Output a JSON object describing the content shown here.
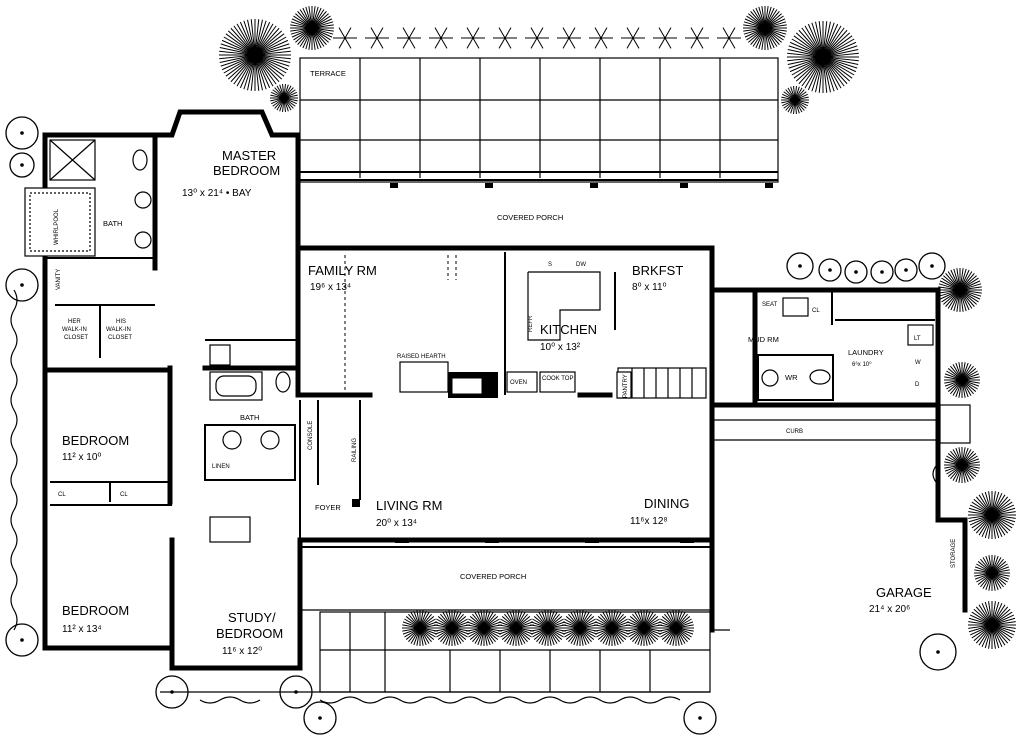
{
  "rooms": {
    "terrace": "TERRACE",
    "master_bedroom": {
      "name_line1": "MASTER",
      "name_line2": "BEDROOM",
      "dims": "13⁰ x 21⁴ • BAY"
    },
    "master_bath": "BATH",
    "whirlpool": "WHIRLPOOL",
    "vanity": "VANITY",
    "her_closet": {
      "line1": "HER",
      "line2": "WALK-IN",
      "line3": "CLOSET"
    },
    "his_closet": {
      "line1": "HIS",
      "line2": "WALK-IN",
      "line3": "CLOSET"
    },
    "covered_porch_rear": "COVERED PORCH",
    "family_rm": {
      "name": "FAMILY RM",
      "dims": "19⁶ x 13⁴"
    },
    "raised_hearth": "RAISED HEARTH",
    "kitchen": {
      "name": "KITCHEN",
      "dims": "10⁰ x 13²"
    },
    "brkfst": {
      "name": "BRKFST",
      "dims": "8⁰ x 11⁰"
    },
    "mud_rm": "MUD RM",
    "seat": "SEAT",
    "laundry": {
      "name": "LAUNDRY",
      "dims": "6⁶x 10⁰"
    },
    "wr": "WR",
    "bath2": "BATH",
    "linen": "LINEN",
    "console": "CONSOLE",
    "railing": "RAILING",
    "bedroom1": {
      "name": "BEDROOM",
      "dims": "11² x 10⁰"
    },
    "bedroom2": {
      "name": "BEDROOM",
      "dims": "11² x 13⁴"
    },
    "foyer": "FOYER",
    "living_rm": {
      "name": "LIVING RM",
      "dims": "20⁰ x 13⁴"
    },
    "dining": {
      "name": "DINING",
      "dims": "11⁶x 12⁸"
    },
    "study": {
      "line1": "STUDY/",
      "line2": "BEDROOM",
      "dims": "11⁶ x 12⁰"
    },
    "covered_porch_front": "COVERED PORCH",
    "curb": "CURB",
    "garage": {
      "name": "GARAGE",
      "dims": "21⁴ x 20⁶"
    },
    "storage": "STORAGE",
    "oven": "OVEN",
    "cooktop": "COOK TOP",
    "pantry": "PANTRY",
    "refr": "REFR",
    "dw": "DW",
    "s": "S",
    "cl": "CL",
    "lt": "LT",
    "w": "W",
    "d": "D"
  }
}
